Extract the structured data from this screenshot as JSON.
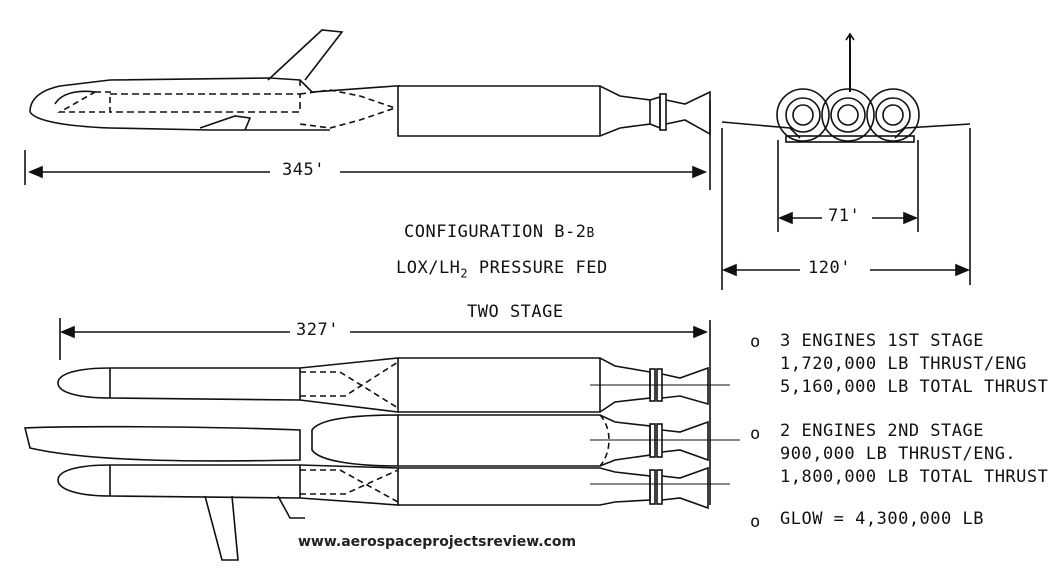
{
  "dimensions": {
    "orbiter_length": "345'",
    "stack_length": "327'",
    "engine_spacing": "71'",
    "span": "120'"
  },
  "title": {
    "line1_main": "CONFIGURATION B-2",
    "line1_suffix": "B",
    "line2_pre": "LOX/LH",
    "line2_sub": "2",
    "line2_post": " PRESSURE FED",
    "line3": "TWO STAGE"
  },
  "specs": [
    {
      "bullet": "o",
      "lines": [
        "3 ENGINES 1ST STAGE",
        "1,720,000 LB THRUST/ENG",
        "5,160,000 LB TOTAL THRUST"
      ]
    },
    {
      "bullet": "o",
      "lines": [
        "2 ENGINES 2ND STAGE",
        "900,000 LB THRUST/ENG.",
        "1,800,000 LB TOTAL THRUST"
      ]
    },
    {
      "bullet": "o",
      "lines": [
        "GLOW = 4,300,000 LB"
      ]
    }
  ],
  "footer": "www.aerospaceprojectsreview.com"
}
